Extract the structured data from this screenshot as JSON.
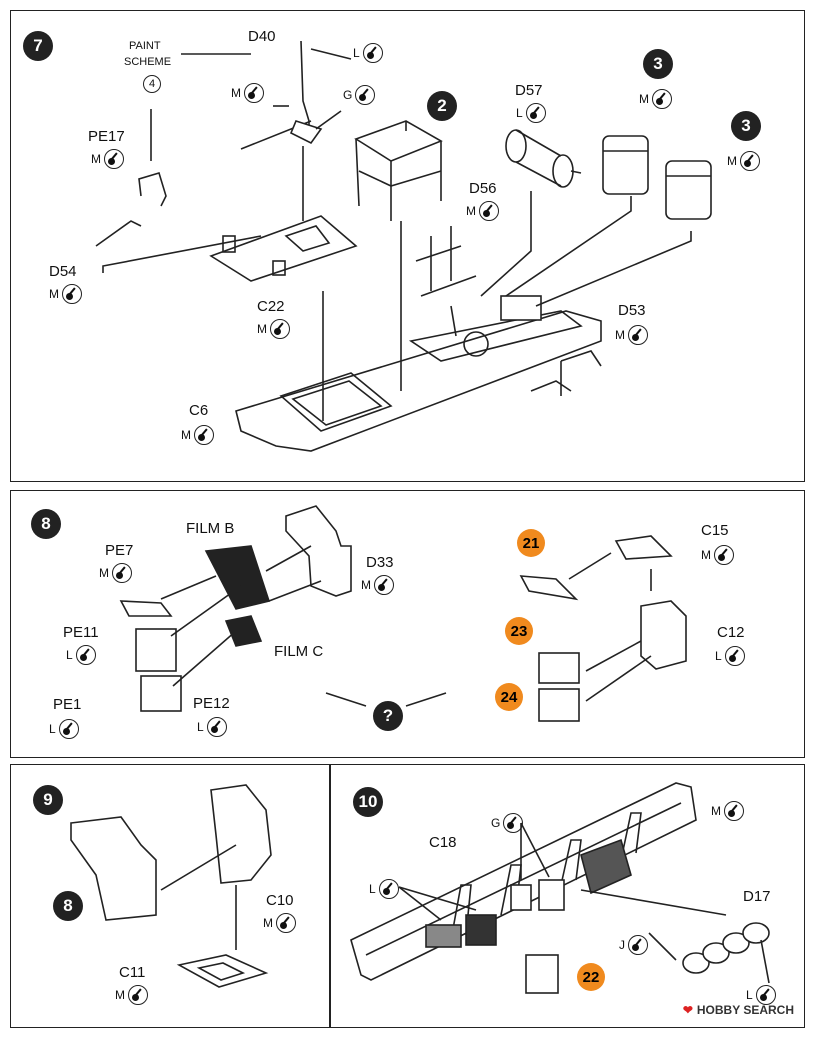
{
  "steps": {
    "s7": "7",
    "s8": "8",
    "s9": "9",
    "s10": "10"
  },
  "refs": {
    "r3a": "3",
    "r3b": "3",
    "r2": "2",
    "r8": "8",
    "q": "?",
    "o21": "21",
    "o23": "23",
    "o24": "24",
    "o22": "22"
  },
  "paint_scheme": {
    "line1": "PAINT",
    "line2": "SCHEME",
    "num": "4"
  },
  "parts": {
    "D40": "D40",
    "PE17": "PE17",
    "D54": "D54",
    "C22": "C22",
    "C6": "C6",
    "D57": "D57",
    "D56": "D56",
    "D53": "D53",
    "FILM_B": "FILM B",
    "PE7": "PE7",
    "D33": "D33",
    "PE11": "PE11",
    "FILM_C": "FILM C",
    "PE1": "PE1",
    "PE12": "PE12",
    "C15": "C15",
    "C12": "C12",
    "C10": "C10",
    "C11": "C11",
    "C18": "C18",
    "D17": "D17"
  },
  "paint_codes": {
    "L": "L",
    "M": "M",
    "G": "G",
    "J": "J"
  },
  "watermark": {
    "icon": "❤",
    "text": "HOBBY SEARCH"
  }
}
